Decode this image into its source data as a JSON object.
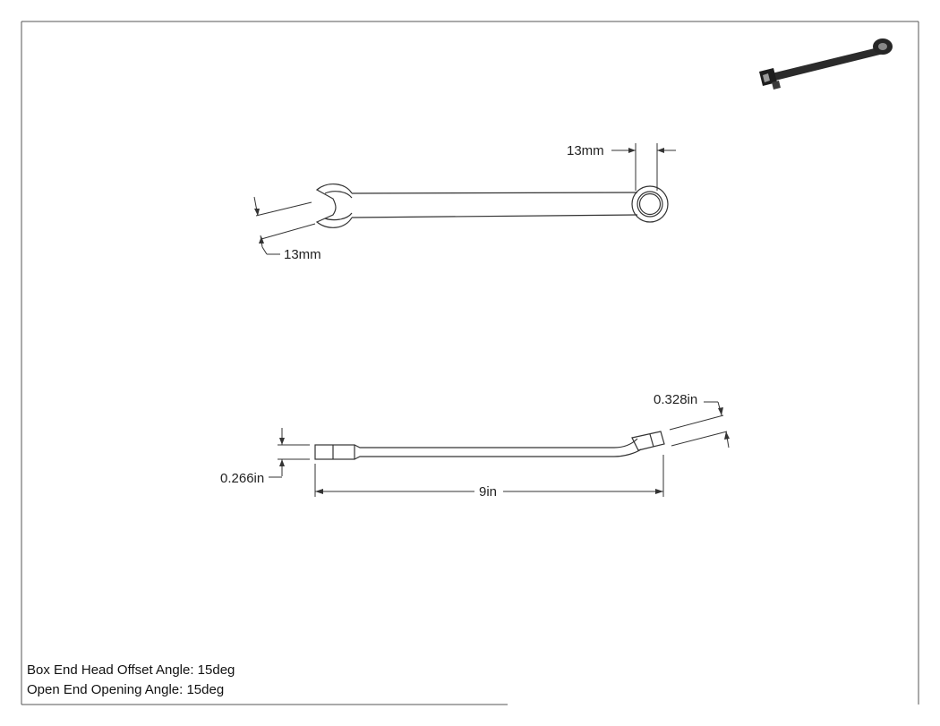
{
  "drawing": {
    "top_view": {
      "box_end_label": "13mm",
      "open_end_label": "13mm"
    },
    "side_view": {
      "box_end_thickness_label": "0.328in",
      "open_end_thickness_label": "0.266in",
      "length_label": "9in"
    },
    "notes": [
      "Box End Head Offset Angle: 15deg",
      "Open End Opening Angle: 15deg"
    ],
    "colors": {
      "line": "#333333",
      "border": "#555555",
      "iso_fill": "#2b2b2b"
    }
  }
}
